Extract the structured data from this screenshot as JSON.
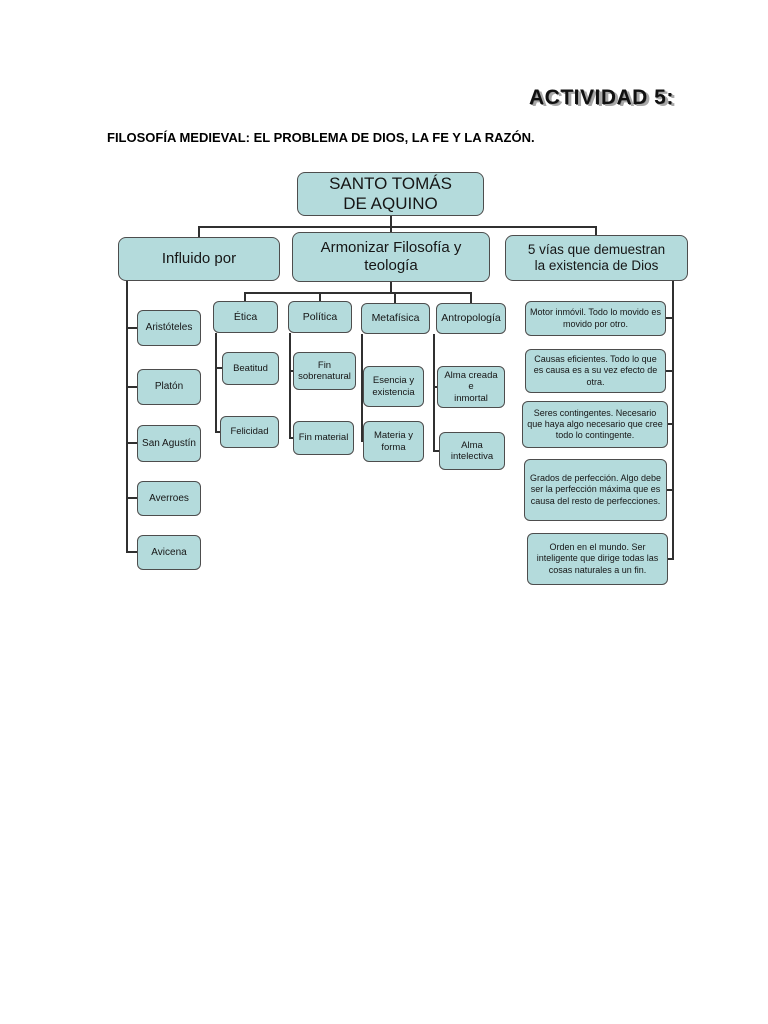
{
  "page": {
    "activity_title": "ACTIVIDAD 5:",
    "heading": "FILOSOFÍA MEDIEVAL: EL PROBLEMA DE DIOS, LA FE Y LA RAZÓN."
  },
  "diagram": {
    "root": "SANTO TOMÁS\nDE AQUINO",
    "influido": {
      "label": "Influido por",
      "items": [
        "Aristóteles",
        "Platón",
        "San Agustín",
        "Averroes",
        "Avicena"
      ]
    },
    "armonizar": {
      "label": "Armonizar Filosofía y\nteología",
      "categories": [
        {
          "label": "Ética",
          "children": [
            "Beatitud",
            "Felicidad"
          ]
        },
        {
          "label": "Política",
          "children": [
            "Fin\nsobrenatural",
            "Fin material"
          ]
        },
        {
          "label": "Metafísica",
          "children": [
            "Esencia y\nexistencia",
            "Materia y\nforma"
          ]
        },
        {
          "label": "Antropología",
          "children": [
            "Alma creada e\ninmortal",
            "Alma\nintelectiva"
          ]
        }
      ]
    },
    "vias": {
      "label": "5 vías que demuestran\nla existencia de Dios",
      "items": [
        "Motor inmóvil. Todo lo movido es movido por otro.",
        "Causas eficientes. Todo lo que es causa es a su vez efecto de otra.",
        "Seres contingentes. Necesario que haya algo necesario que cree todo lo contingente.",
        "Grados de perfección. Algo debe ser la perfección máxima que es causa del resto de perfecciones.",
        "Orden en el mundo. Ser inteligente que dirige todas las cosas naturales a un fin."
      ]
    }
  },
  "colors": {
    "box_fill": "#b4dbdc",
    "box_border": "#4d4d4d",
    "line": "#303030"
  }
}
